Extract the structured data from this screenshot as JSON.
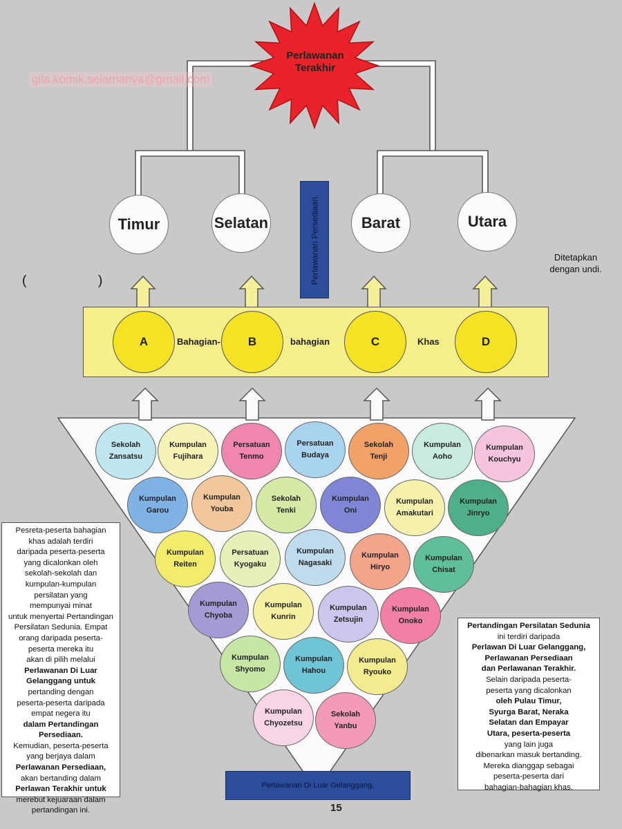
{
  "watermark": "gila.komik.selamanya@gmail.com",
  "final": {
    "label_line1": "Perlawanan",
    "label_line2": "Terakhir"
  },
  "regions": [
    "Timur",
    "Selatan",
    "Barat",
    "Utara"
  ],
  "vertical_bar": "Perlawanan Persediaan.",
  "note_draw_line1": "Ditetapkan",
  "note_draw_line2": "dengan undi.",
  "parens": {
    "open": "(",
    "close": ")"
  },
  "groups": [
    "A",
    "B",
    "C",
    "D"
  ],
  "band_words": [
    "Bahagian-",
    "bahagian",
    "Khas"
  ],
  "teams": [
    {
      "l1": "Sekolah",
      "l2": "Zansatsu",
      "color": "#bfe7ef"
    },
    {
      "l1": "Kumpulan",
      "l2": "Fujihara",
      "color": "#f6f3b6"
    },
    {
      "l1": "Persatuan",
      "l2": "Tenmo",
      "color": "#ef86b0"
    },
    {
      "l1": "Persatuan",
      "l2": "Budaya",
      "color": "#a9d4ef"
    },
    {
      "l1": "Sekolah",
      "l2": "Tenji",
      "color": "#f2a168"
    },
    {
      "l1": "Kumpulan",
      "l2": "Aoho",
      "color": "#c8ebde"
    },
    {
      "l1": "Kumpulan",
      "l2": "Kouchyu",
      "color": "#f7c4de"
    },
    {
      "l1": "Kumpulan",
      "l2": "Garou",
      "color": "#7fb3e6"
    },
    {
      "l1": "Kumpulan",
      "l2": "Youba",
      "color": "#f2c79c"
    },
    {
      "l1": "Sekolah",
      "l2": "Tenki",
      "color": "#d6eaa6"
    },
    {
      "l1": "Kumpulan",
      "l2": "Oni",
      "color": "#7f86d6"
    },
    {
      "l1": "Kumpulan",
      "l2": "Amakutari",
      "color": "#f6f2ae"
    },
    {
      "l1": "Kumpulan",
      "l2": "Jinryo",
      "color": "#4eaf8a"
    },
    {
      "l1": "Kumpulan",
      "l2": "Reiten",
      "color": "#f2ec6c"
    },
    {
      "l1": "Persatuan",
      "l2": "Kyogaku",
      "color": "#e6f0b8"
    },
    {
      "l1": "Kumpulan",
      "l2": "Nagasaki",
      "color": "#bfdcef"
    },
    {
      "l1": "Kumpulan",
      "l2": "Hiryo",
      "color": "#f2a58a"
    },
    {
      "l1": "Kumpulan",
      "l2": "Chisat",
      "color": "#5fbf9a"
    },
    {
      "l1": "Kumpulan",
      "l2": "Chyoba",
      "color": "#a49ad6"
    },
    {
      "l1": "Kumpulan",
      "l2": "Kunrin",
      "color": "#f6f0a2"
    },
    {
      "l1": "Kumpulan",
      "l2": "Zetsujin",
      "color": "#cdc6ec"
    },
    {
      "l1": "Kumpulan",
      "l2": "Onoko",
      "color": "#f27fa8"
    },
    {
      "l1": "Kumpulan",
      "l2": "Shyomo",
      "color": "#c6e6a6"
    },
    {
      "l1": "Kumpulan",
      "l2": "Hahou",
      "color": "#6fc4d6"
    },
    {
      "l1": "Kumpulan",
      "l2": "Ryouko",
      "color": "#f2ec8e"
    },
    {
      "l1": "Kumpulan",
      "l2": "Chyozetsu",
      "color": "#f7d4e6"
    },
    {
      "l1": "Sekolah",
      "l2": "Yanbu",
      "color": "#f29ab8"
    }
  ],
  "left_box": [
    "Pesreta-peserta bahagian",
    "khas adalah terdiri",
    "daripada peserta-peserta",
    "yang dicalonkan oleh",
    "sekolah-sekolah dan",
    "kumpulan-kumpulan",
    "persilatan yang",
    "mempunyai minat",
    "untuk menyertai Pertandingan",
    "Persilatan Sedunia. Empat",
    "orang daripada peserta-",
    "peserta mereka itu",
    "akan di pilih melalui",
    "Perlawanan Di Luar",
    "Gelanggang untuk",
    "pertanding dengan",
    "peserta-peserta daripada",
    "empat negera itu",
    "dalam Pertandingan Persediaan.",
    "Kemudian, peserta-peserta",
    "yang berjaya dalam",
    "Perlawanan Persediaan,",
    "akan bertanding dalam",
    "Perlawan Terakhir untuk",
    "merebut kejuaraan dalam",
    "pertandingan ini."
  ],
  "right_box": [
    "Pertandingan Persilatan Sedunia",
    "ini terdiri daripada",
    "Perlawan Di Luar Gelanggang,",
    "Perlawanan Persediaan",
    "dan Perlawanan Terakhir.",
    "Selain daripada peserta-",
    "peserta yang dicalonkan",
    "oleh Pulau Timur,",
    "Syurga Barat, Neraka",
    "Selatan dan Empayar",
    "Utara, peserta-peserta",
    "yang lain juga",
    "dibenarkan masuk bertanding.",
    "Mereka dianggap sebagai",
    "peserta-peserta dari",
    "bahagian-bahagian khas."
  ],
  "bottom_bar": "Perlawanan Di Luar Gelanggang.",
  "page_number": "15",
  "colors": {
    "background": "#c9c9c9",
    "band": "#f6ef8c",
    "group_circle": "#f4e325",
    "bar": "#2c4c9c",
    "burst": "#e8232a"
  }
}
